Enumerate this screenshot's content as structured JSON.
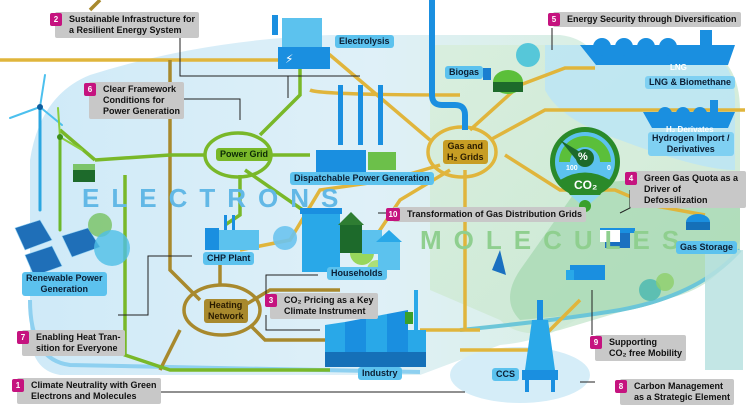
{
  "diagram": {
    "section_titles": {
      "electrons": "ELECTRONS",
      "molecules": "MOLECULES"
    },
    "callouts": [
      {
        "num": "1",
        "text": "Climate Neutrality with Green\nElectrons and Molecules"
      },
      {
        "num": "2",
        "text": "Sustainable Infrastructure for\na Resilient Energy System"
      },
      {
        "num": "3",
        "text": "CO₂ Pricing as a Key\nClimate Instrument"
      },
      {
        "num": "4",
        "text": "Green Gas Quota as a\nDriver of Defossilization"
      },
      {
        "num": "5",
        "text": "Energy Security through Diversification"
      },
      {
        "num": "6",
        "text": "Clear Framework\nConditions for\nPower Generation"
      },
      {
        "num": "7",
        "text": "Enabling Heat Tran-\nsition for Everyone"
      },
      {
        "num": "8",
        "text": "Carbon Management\nas a Strategic Element"
      },
      {
        "num": "9",
        "text": "Supporting\nCO₂ free Mobility"
      },
      {
        "num": "10",
        "text": "Transformation of Gas Distribution Grids"
      }
    ],
    "nodes": {
      "electrolysis": "Electrolysis",
      "biogas": "Biogas",
      "power_grid": "Power Grid",
      "dispatchable": "Dispatchable Power Generation",
      "gas_grids": "Gas and\nH₂ Grids",
      "chp_plant": "CHP Plant",
      "households": "Households",
      "heating_network": "Heating\nNetwork",
      "industry": "Industry",
      "renewable": "Renewable Power\nGeneration",
      "lng_biomethane": "LNG & Biomethane",
      "lng_ship": "LNG",
      "h2_derivates_ship": "H₂ Derivates",
      "hydrogen_import": "Hydrogen Import /\nDerivatives",
      "gas_storage": "Gas Storage",
      "ccs": "CCS"
    },
    "gauge": {
      "unit": "%",
      "min_label": "100",
      "max_label": "0",
      "gas_label": "CO₂"
    },
    "colors": {
      "callout_badge": "#c5137f",
      "callout_bg": "#c8c8c8",
      "electrons_blue": "#5cc2ee",
      "power_green": "#79b829",
      "gas_gold": "#e0b53c",
      "heat_olive": "#a8892d",
      "pipe_blue": "#1a8fe0",
      "molecules_green": "#8fcf8f"
    }
  }
}
